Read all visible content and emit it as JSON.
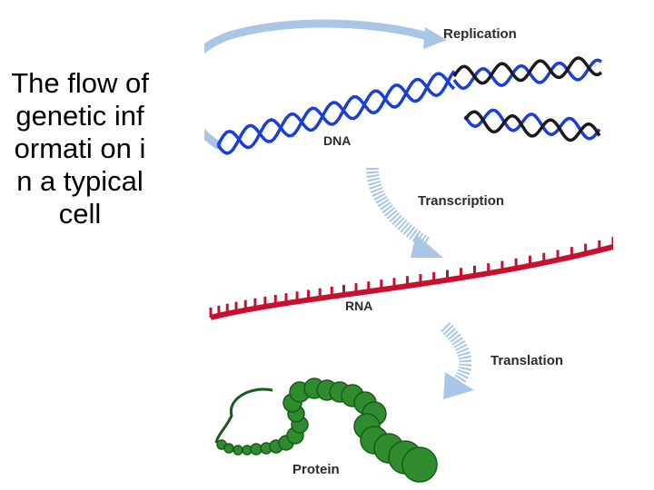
{
  "caption": "The flow of genetic informati on in a typical cell",
  "labels": {
    "replication": "Replication",
    "dna": "DNA",
    "transcription": "Transcription",
    "rna": "RNA",
    "translation": "Translation",
    "protein": "Protein"
  },
  "colors": {
    "dna_strand": "#1a3fd6",
    "replicated_strand": "#1a1a1a",
    "rna_strand": "#c8102e",
    "arrow": "#a9c6e6",
    "protein_bead": "#2e8b2e",
    "protein_bead_edge": "#1a5a1a"
  }
}
